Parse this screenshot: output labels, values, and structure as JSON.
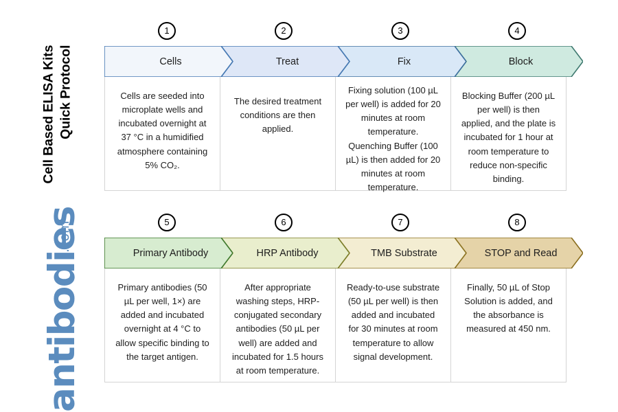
{
  "brand": {
    "name": "antibodies",
    "tld": ".com",
    "color": "#5b8cbe"
  },
  "page_title": "Cell Based ELISA Kits\nQuick Protocol",
  "rows": [
    {
      "id": "row-1",
      "steps": [
        {
          "number": "1",
          "label": "Cells",
          "body": "Cells are seeded into microplate wells and incubated overnight at 37 °C in a humidified atmosphere containing 5% CO₂.",
          "fill": "#f2f6fb",
          "stroke": "#4679b3"
        },
        {
          "number": "2",
          "label": "Treat",
          "body": "The desired treatment conditions are then applied.",
          "fill": "#dee7f7",
          "stroke": "#4679b3"
        },
        {
          "number": "3",
          "label": "Fix",
          "body": "Fixing solution (100 µL per well) is added for 20 minutes at room temperature. Quenching Buffer (100 µL) is then added for 20 minutes at room temperature.",
          "fill": "#d9e8f7",
          "stroke": "#3d6f9e"
        },
        {
          "number": "4",
          "label": "Block",
          "body": "Blocking Buffer (200 µL per well) is then applied, and the plate is incubated for 1 hour at room temperature to reduce non-specific binding.",
          "fill": "#cfeae0",
          "stroke": "#3f7a70"
        }
      ]
    },
    {
      "id": "row-2",
      "steps": [
        {
          "number": "5",
          "label": "Primary Antibody",
          "body": "Primary antibodies (50 µL per well, 1×) are added and incubated overnight at 4 °C to allow specific binding to the target antigen.",
          "fill": "#d7ecd0",
          "stroke": "#3f7a2e"
        },
        {
          "number": "6",
          "label": "HRP Antibody",
          "body": "After appropriate washing steps, HRP-conjugated secondary antibodies (50 µL per well) are added and incubated for 1.5 hours at room temperature.",
          "fill": "#e9eecd",
          "stroke": "#7c7f2a"
        },
        {
          "number": "7",
          "label": "TMB Substrate",
          "body": "Ready-to-use substrate (50 µL per well) is then added and incubated for 30 minutes at room temperature to allow signal development.",
          "fill": "#f3edd2",
          "stroke": "#8e7524"
        },
        {
          "number": "8",
          "label": "STOP and Read",
          "body": "Finally, 50 µL of Stop Solution is added, and the absorbance is measured at 450 nm.",
          "fill": "#e5d3a8",
          "stroke": "#8a6e1e"
        }
      ]
    }
  ]
}
